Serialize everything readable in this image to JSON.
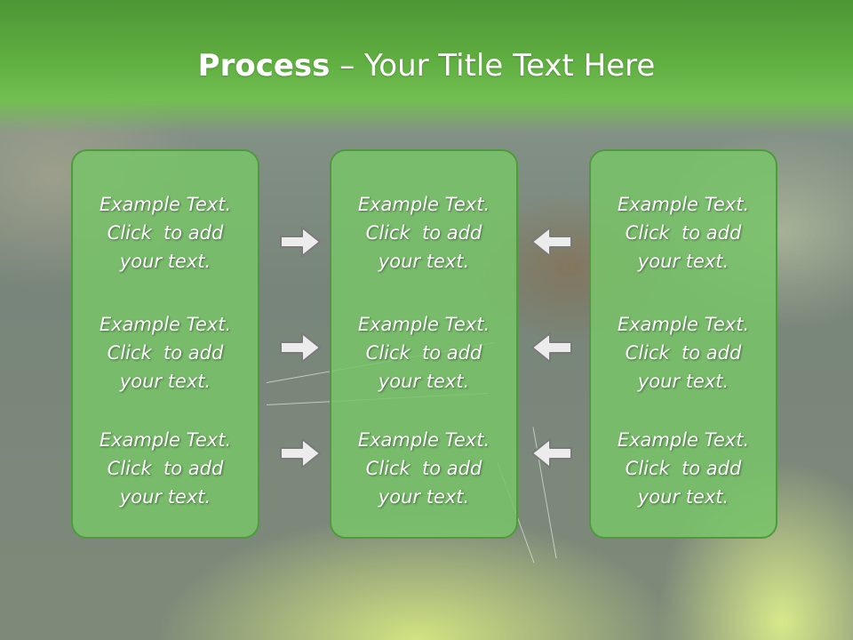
{
  "title": {
    "bold": "Process",
    "dash": " – ",
    "rest": "Your Title Text Here"
  },
  "columns": [
    {
      "items": [
        {
          "line1": "Example Text.",
          "line2": "Click  to add",
          "line3": "your text."
        },
        {
          "line1": "Example Text.",
          "line2": "Click  to add",
          "line3": "your text."
        },
        {
          "line1": "Example Text.",
          "line2": "Click  to add",
          "line3": "your text."
        }
      ]
    },
    {
      "items": [
        {
          "line1": "Example Text.",
          "line2": "Click  to add",
          "line3": "your text."
        },
        {
          "line1": "Example Text.",
          "line2": "Click  to add",
          "line3": "your text."
        },
        {
          "line1": "Example Text.",
          "line2": "Click  to add",
          "line3": "your text."
        }
      ]
    },
    {
      "items": [
        {
          "line1": "Example Text.",
          "line2": "Click  to add",
          "line3": "your text."
        },
        {
          "line1": "Example Text.",
          "line2": "Click  to add",
          "line3": "your text."
        },
        {
          "line1": "Example Text.",
          "line2": "Click  to add",
          "line3": "your text."
        }
      ]
    }
  ],
  "icons": {
    "left_arrows": "arrow-right-icon",
    "right_arrows": "arrow-left-icon"
  },
  "colors": {
    "title_band": "#5fae40",
    "box_fill": "#78c468",
    "box_border": "#4f9a3d",
    "text": "#ffffff",
    "arrow_fill": "#ececec",
    "arrow_stroke": "#7a7a7a"
  }
}
